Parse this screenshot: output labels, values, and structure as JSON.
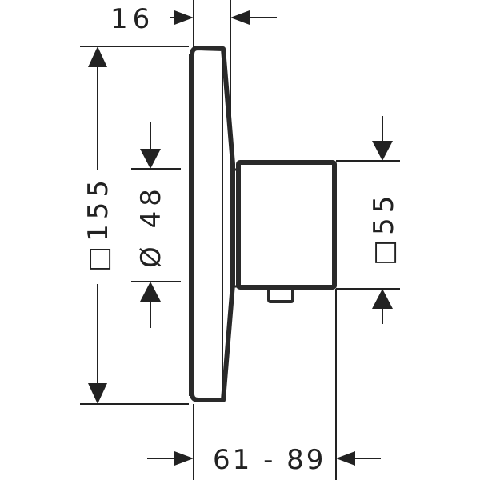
{
  "drawing": {
    "title": "Thermostat trim dimension drawing",
    "line_color": "#222222",
    "background": "#ffffff",
    "dimensions": {
      "plate_depth": "16",
      "plate_size": "□155",
      "dial_diameter": "Ø 48",
      "body_size": "□55",
      "installation_depth": "61 - 89"
    }
  }
}
